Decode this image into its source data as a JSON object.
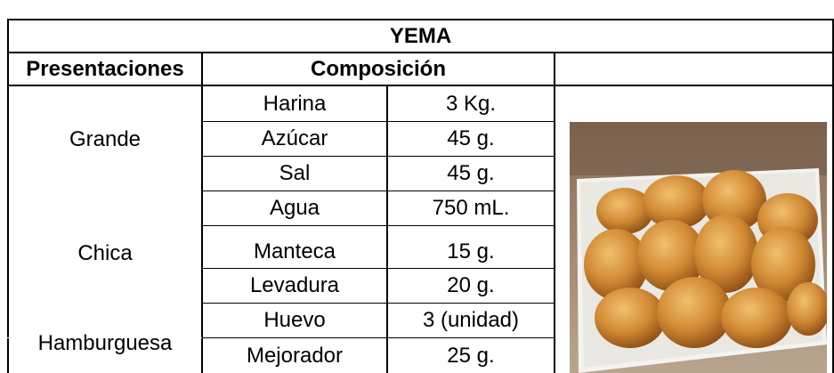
{
  "table": {
    "title": "YEMA",
    "header_presentaciones": "Presentaciones",
    "header_composicion": "Composición",
    "presentations": [
      "Grande",
      "Chica",
      "Hamburguesa"
    ],
    "ingredients": [
      {
        "name": "Harina",
        "amount": "3 Kg."
      },
      {
        "name": "Azúcar",
        "amount": "45 g."
      },
      {
        "name": "Sal",
        "amount": "45 g."
      },
      {
        "name": "Agua",
        "amount": "750 mL."
      },
      {
        "name": "Manteca",
        "amount": "15 g."
      },
      {
        "name": "Levadura",
        "amount": "20 g."
      },
      {
        "name": "Huevo",
        "amount": "3 (unidad)"
      },
      {
        "name": "Mejorador",
        "amount": "25 g."
      }
    ]
  },
  "image": {
    "subject": "bread-rolls-photo"
  }
}
